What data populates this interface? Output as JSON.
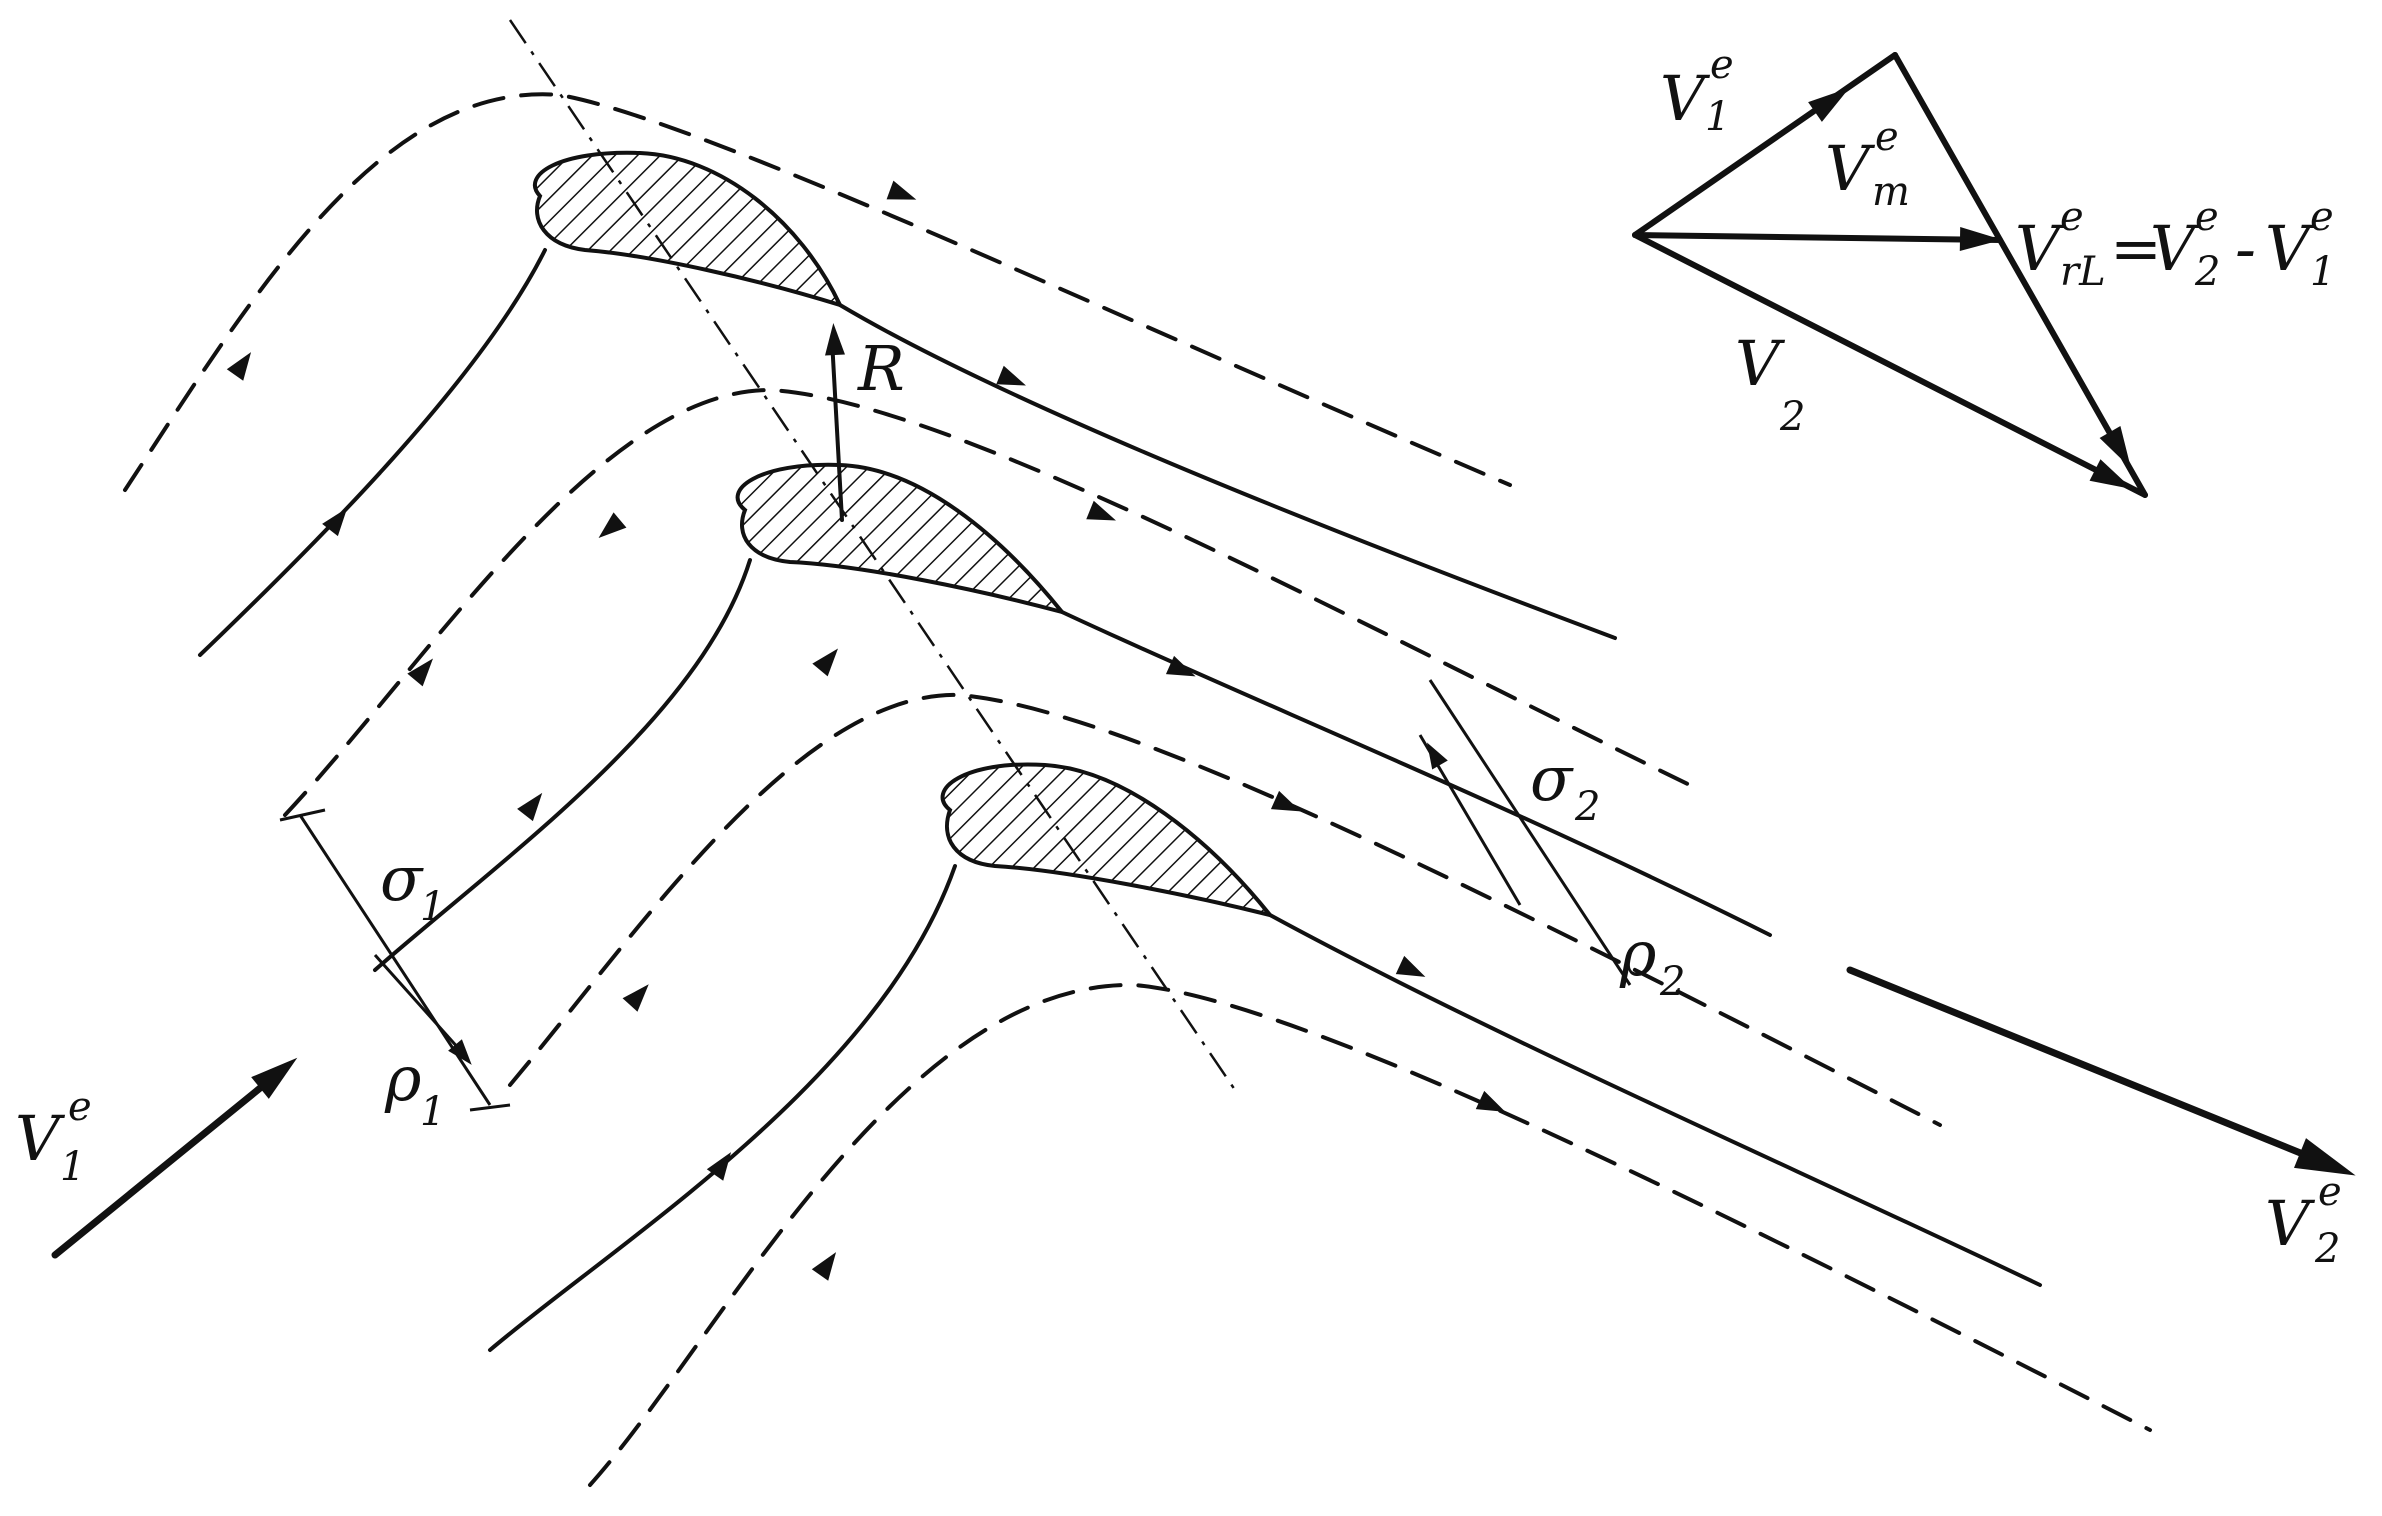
{
  "labels": {
    "v1_inlet": {
      "main": "V",
      "sup": "e",
      "sub": "1"
    },
    "v2_outlet": {
      "main": "V",
      "sup": "e",
      "sub": "2"
    },
    "sigma1": {
      "main": "σ",
      "sub": "1"
    },
    "rho1": {
      "main": "ρ",
      "sub": "1"
    },
    "sigma2": {
      "main": "σ",
      "sub": "2"
    },
    "rho2": {
      "main": "ρ",
      "sub": "2"
    },
    "force": "R",
    "triangle": {
      "v1": {
        "main": "V",
        "sup": "e",
        "sub": "1"
      },
      "vm": {
        "main": "V",
        "sup": "e",
        "sub": "m"
      },
      "vrel_lhs": {
        "main": "V",
        "sup": "e",
        "sub": "rL"
      },
      "equals": "=",
      "vrel_v2": {
        "main": "V",
        "sup": "e",
        "sub": "2"
      },
      "minus": "-",
      "vrel_v1": {
        "main": "V",
        "sup": "e",
        "sub": "1"
      },
      "v2": {
        "main": "V",
        "sub": "2"
      }
    }
  },
  "colors": {
    "ink": "#111111",
    "background": "#ffffff"
  }
}
